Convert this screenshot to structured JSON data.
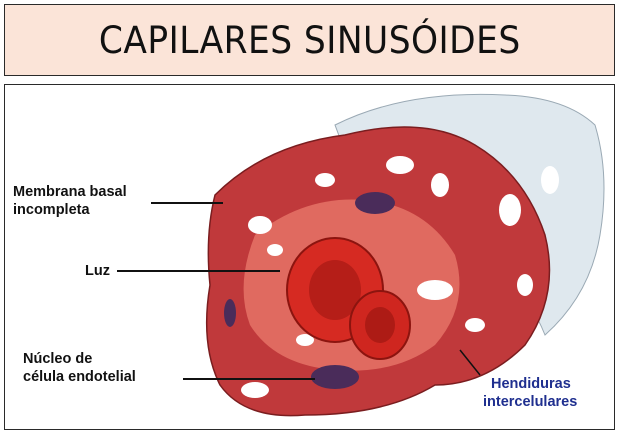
{
  "title": "CAPILARES SINUSÓIDES",
  "labels": {
    "membrana_l1": "Membrana basal",
    "membrana_l2": "incompleta",
    "luz": "Luz",
    "nucleo_l1": "Núcleo de",
    "nucleo_l2": "célula endotelial",
    "hendiduras_l1": "Hendiduras",
    "hendiduras_l2": "intercelulares"
  },
  "colors": {
    "title_bg": "#fbe4d8",
    "vessel_red": "#c0393b",
    "vessel_pale": "#dfe8ee",
    "rbc": "#d62a22",
    "nucleus": "#4a2c5a",
    "label_blue": "#1f2f8f"
  }
}
